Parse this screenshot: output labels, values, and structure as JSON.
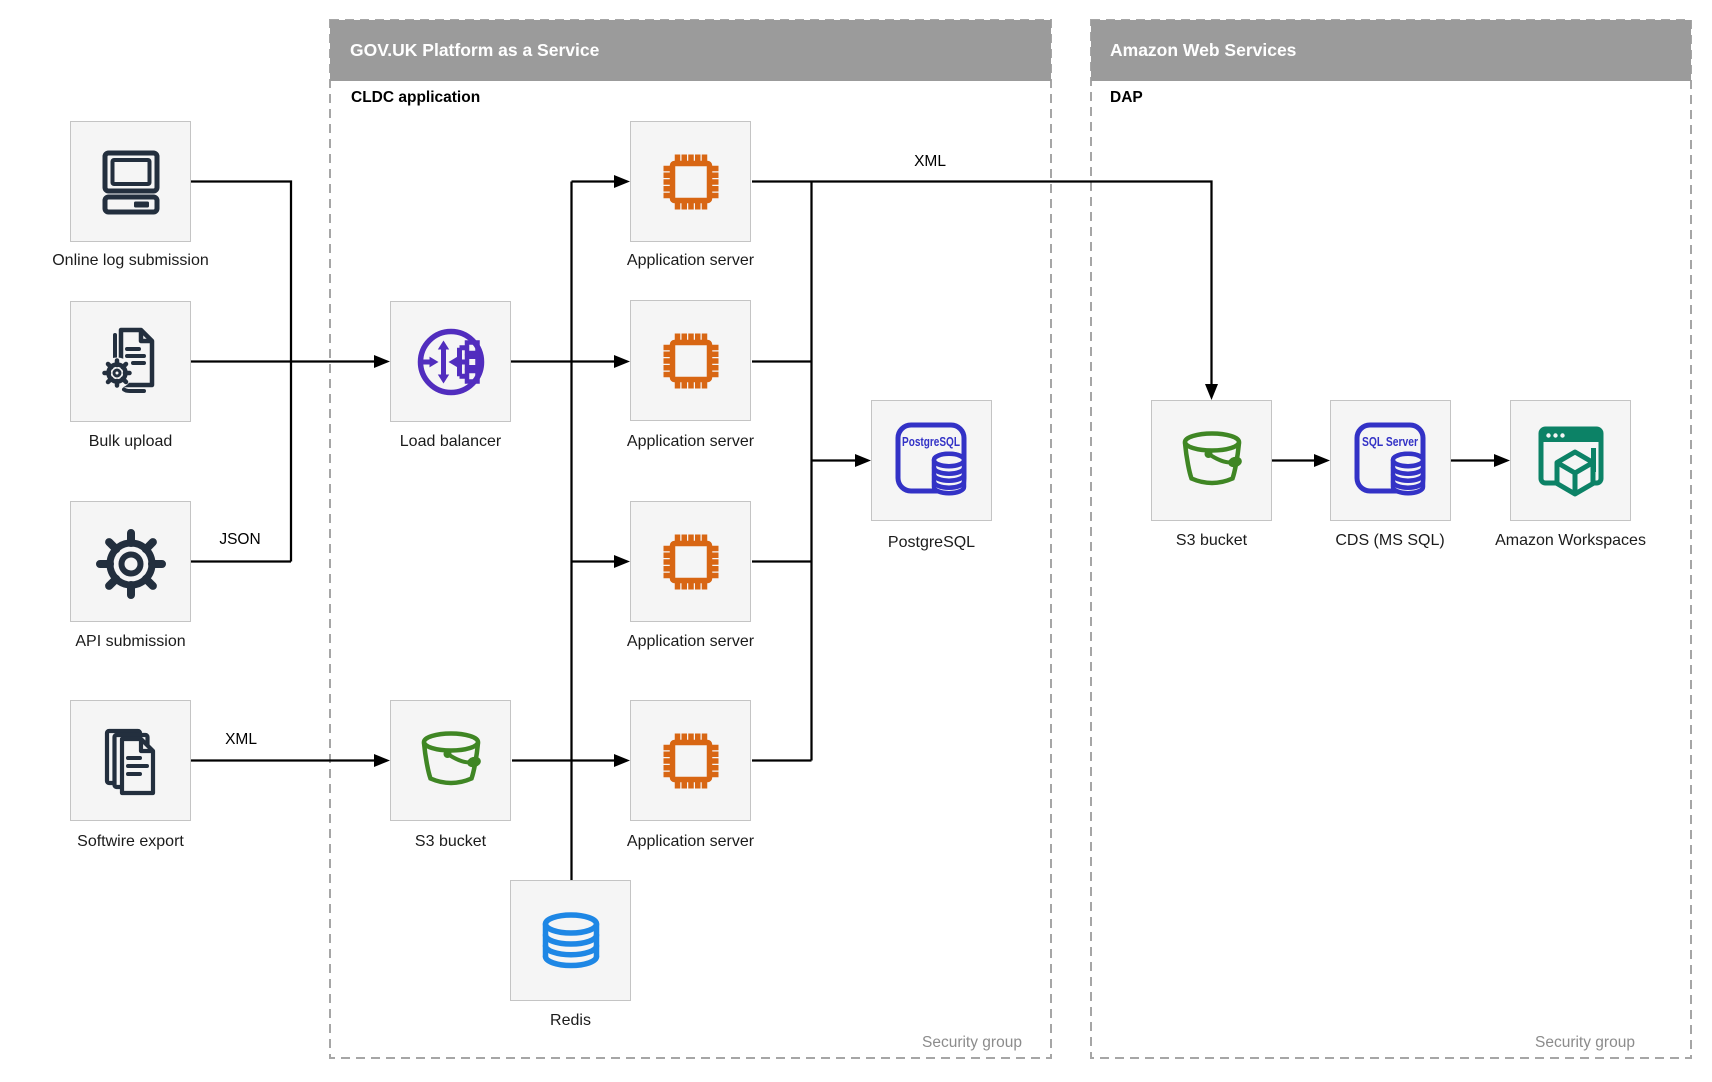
{
  "containers": {
    "govuk": {
      "title": "GOV.UK Platform as a Service",
      "tag": "CLDC application",
      "footer": "Security group"
    },
    "aws": {
      "title": "Amazon Web Services",
      "tag": "DAP",
      "footer": "Security group"
    }
  },
  "nodes": {
    "online_log": {
      "label": "Online log submission",
      "icon": "desktop-computer-icon"
    },
    "bulk_upload": {
      "label": "Bulk upload",
      "icon": "document-gear-icon"
    },
    "api_submission": {
      "label": "API submission",
      "icon": "gear-icon"
    },
    "softwire_export": {
      "label": "Softwire export",
      "icon": "document-stack-icon"
    },
    "load_balancer": {
      "label": "Load balancer",
      "icon": "load-balancer-icon"
    },
    "app_server": {
      "label": "Application server",
      "icon": "processor-chip-icon"
    },
    "postgresql": {
      "label": "PostgreSQL",
      "icon": "postgresql-database-icon",
      "icon_text": "PostgreSQL"
    },
    "s3_govuk": {
      "label": "S3 bucket",
      "icon": "s3-bucket-icon"
    },
    "redis": {
      "label": "Redis",
      "icon": "redis-cache-icon"
    },
    "s3_aws": {
      "label": "S3 bucket",
      "icon": "s3-bucket-icon"
    },
    "cds": {
      "label": "CDS (MS SQL)",
      "icon": "sql-server-database-icon",
      "icon_text": "SQL Server"
    },
    "workspaces": {
      "label": "Amazon Workspaces",
      "icon": "amazon-workspaces-icon"
    }
  },
  "edges": {
    "json": "JSON",
    "xml_softwire": "XML",
    "xml_to_dap": "XML"
  },
  "colors": {
    "header_bg": "#9b9b9b",
    "header_text": "#ffffff",
    "box_bg": "#f5f5f5",
    "box_border": "#c4c4c4",
    "dashed_border": "#a6a6a6",
    "line": "#000000",
    "label": "#1b1b1b",
    "muted": "#8c8c8c",
    "dark": "#232f3e",
    "purple": "#512dbe",
    "orange": "#d86613",
    "green": "#3f8624",
    "db_blue": "#3332c6",
    "redis_blue": "#1e87e5",
    "teal": "#0c8266"
  }
}
